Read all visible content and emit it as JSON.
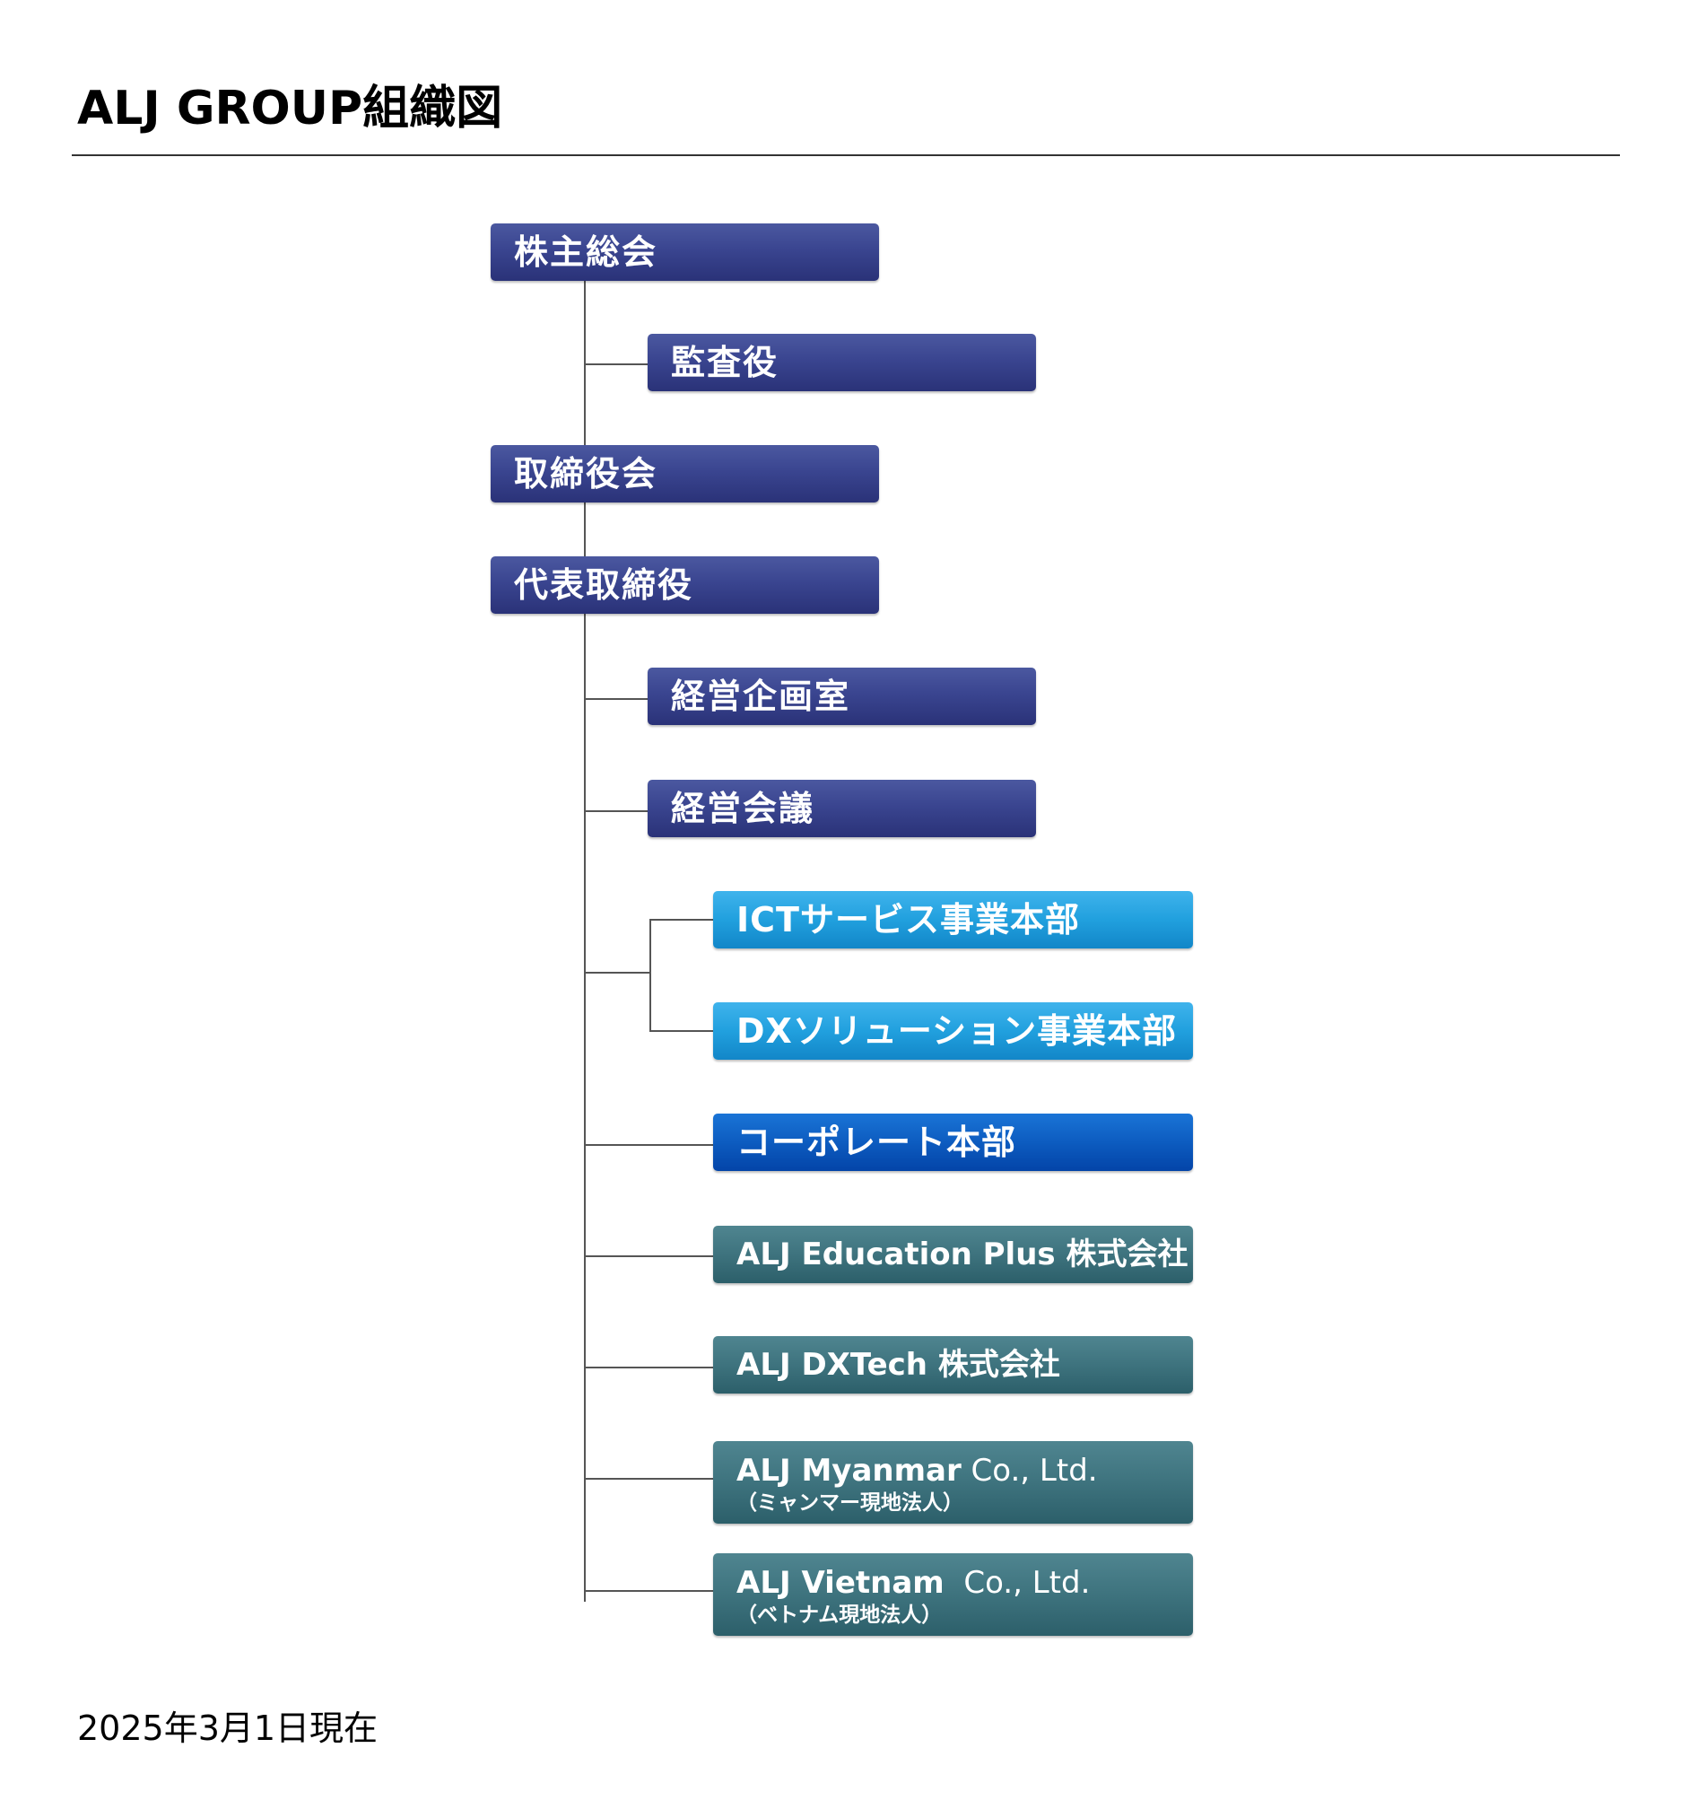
{
  "page": {
    "title": "ALJ GROUP組織図",
    "date": "2025年3月1日現在"
  },
  "org": {
    "shareholders": "株主総会",
    "auditor": "監査役",
    "board": "取締役会",
    "ceo": "代表取締役",
    "planning": "経営企画室",
    "management_meeting": "経営会議",
    "ict": "ICTサービス事業本部",
    "dx": "DXソリューション事業本部",
    "corporate": "コーポレート本部",
    "education": "ALJ Education Plus 株式会社",
    "dxtech": "ALJ DXTech 株式会社",
    "myanmar": {
      "name": "ALJ Myanmar",
      "suffix": " Co., Ltd.",
      "note": "（ミャンマー現地法人）"
    },
    "vietnam": {
      "name": "ALJ Vietnam",
      "suffix": "  Co., Ltd.",
      "note": "（ベトナム現地法人）"
    }
  },
  "colors": {
    "navy": "#3a4590",
    "sky": "#21a0de",
    "blue": "#0d5cc0",
    "teal": "#3e737e",
    "connector": "#555555"
  }
}
